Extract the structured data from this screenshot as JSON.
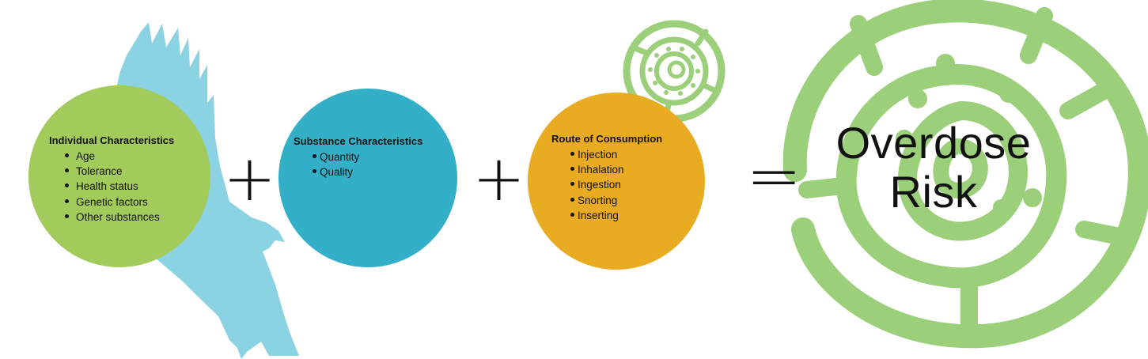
{
  "colors": {
    "eagle": "#8bd3e2",
    "swirl": "#9ccf7a",
    "individual": "#a2cb5c",
    "substance": "#33b0c8",
    "route": "#e9ab22"
  },
  "icons": [
    "eagle-silhouette-icon",
    "small-swirl-icon",
    "large-swirl-icon"
  ],
  "individual": {
    "title": "Individual Characteristics",
    "items": [
      "Age",
      "Tolerance",
      "Health status",
      "Genetic factors",
      "Other substances"
    ]
  },
  "substance": {
    "title": "Substance Characteristics",
    "items": [
      "Quantity",
      "Quality"
    ]
  },
  "route": {
    "title": "Route of Consumption",
    "items": [
      "Injection",
      "Inhalation",
      "Ingestion",
      "Snorting",
      "Inserting"
    ]
  },
  "operators": {
    "plus": "+",
    "equals": "="
  },
  "result": {
    "line1": "Overdose",
    "line2": "Risk"
  }
}
